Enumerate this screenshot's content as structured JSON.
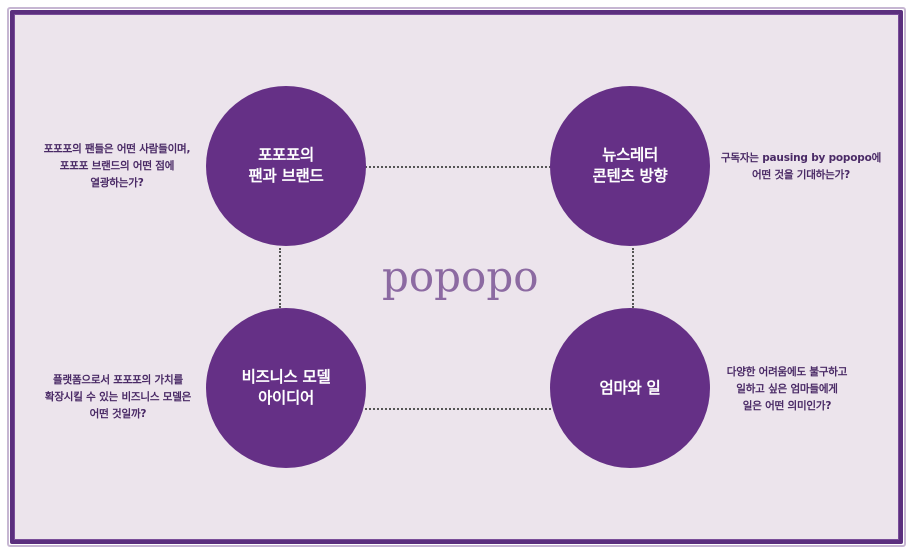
{
  "logo": {
    "text": "popopo"
  },
  "colors": {
    "circle": "#653086",
    "frame_border": "#5b2f7e",
    "background": "#ece4ec",
    "text": "#4a2a66"
  },
  "nodes": [
    {
      "id": "fans",
      "label": "포포포의\n팬과 브랜드",
      "description": "포포포의 팬들은 어떤 사람들이며,\n포포포 브랜드의 어떤 점에\n열광하는가?"
    },
    {
      "id": "newsletter",
      "label": "뉴스레터\n콘텐츠 방향",
      "description": "구독자는 pausing by popopo에\n어떤 것을 기대하는가?"
    },
    {
      "id": "business",
      "label": "비즈니스 모델\n아이디어",
      "description": "플랫폼으로서 포포포의 가치를\n확장시킬 수 있는 비즈니스 모델은\n어떤 것일까?"
    },
    {
      "id": "moms",
      "label": "엄마와 일",
      "description": "다양한 어려움에도 불구하고\n일하고 싶은 엄마들에게\n일은 어떤 의미인가?"
    }
  ]
}
